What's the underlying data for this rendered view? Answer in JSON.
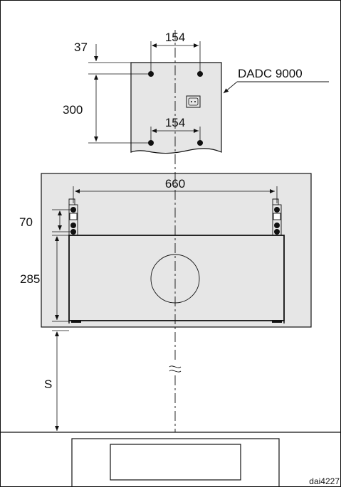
{
  "diagram": {
    "colors": {
      "line": "#111111",
      "panel_fill": "#e6e6e6",
      "background": "#ffffff"
    },
    "dimensions": {
      "hole_spacing_top": "154",
      "hole_spacing_bottom": "154",
      "top_offset": "37",
      "bracket_height": "300",
      "hood_width": "660",
      "rail_offset": "70",
      "hood_height": "285",
      "distance": "S"
    },
    "labels": {
      "model": "DADC 9000",
      "drawing_code": "dai4227"
    }
  }
}
